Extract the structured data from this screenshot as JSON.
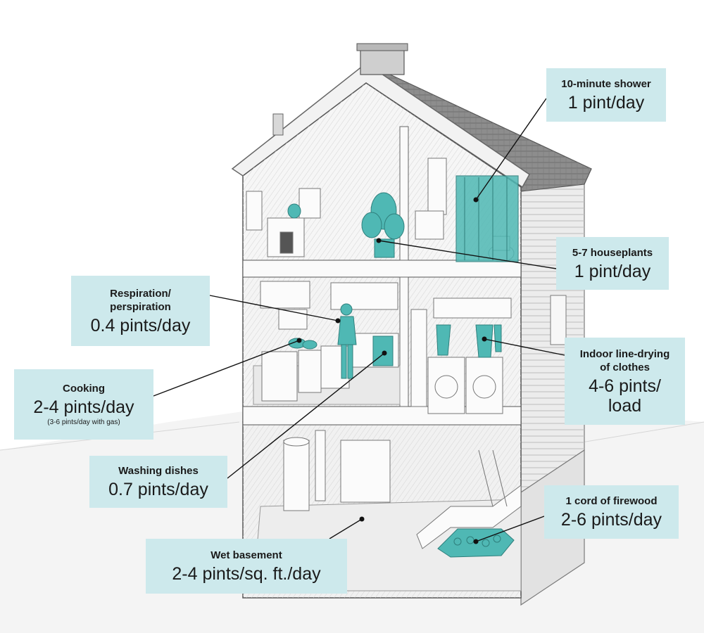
{
  "callouts": {
    "shower": {
      "label": "10-minute shower",
      "value": "1 pint/day"
    },
    "plants": {
      "label": "5-7 houseplants",
      "value": "1 pint/day"
    },
    "resp": {
      "label_line1": "Respiration/",
      "label_line2": "perspiration",
      "value": "0.4 pints/day"
    },
    "cooking": {
      "label": "Cooking",
      "value": "2-4 pints/day",
      "note": "(3-6 pints/day with gas)"
    },
    "dishes": {
      "label": "Washing dishes",
      "value": "0.7 pints/day"
    },
    "drying": {
      "label_line1": "Indoor line-drying",
      "label_line2": "of clothes",
      "value_line1": "4-6 pints/",
      "value_line2": "load"
    },
    "firewood": {
      "label": "1 cord of firewood",
      "value": "2-6 pints/day"
    },
    "basement": {
      "label": "Wet basement",
      "value": "2-4 pints/sq. ft./day"
    }
  },
  "colors": {
    "callout_bg": "#cde9ec",
    "highlight": "#4fb8b4",
    "line": "#111111",
    "sketch": "#8a8a8a"
  }
}
